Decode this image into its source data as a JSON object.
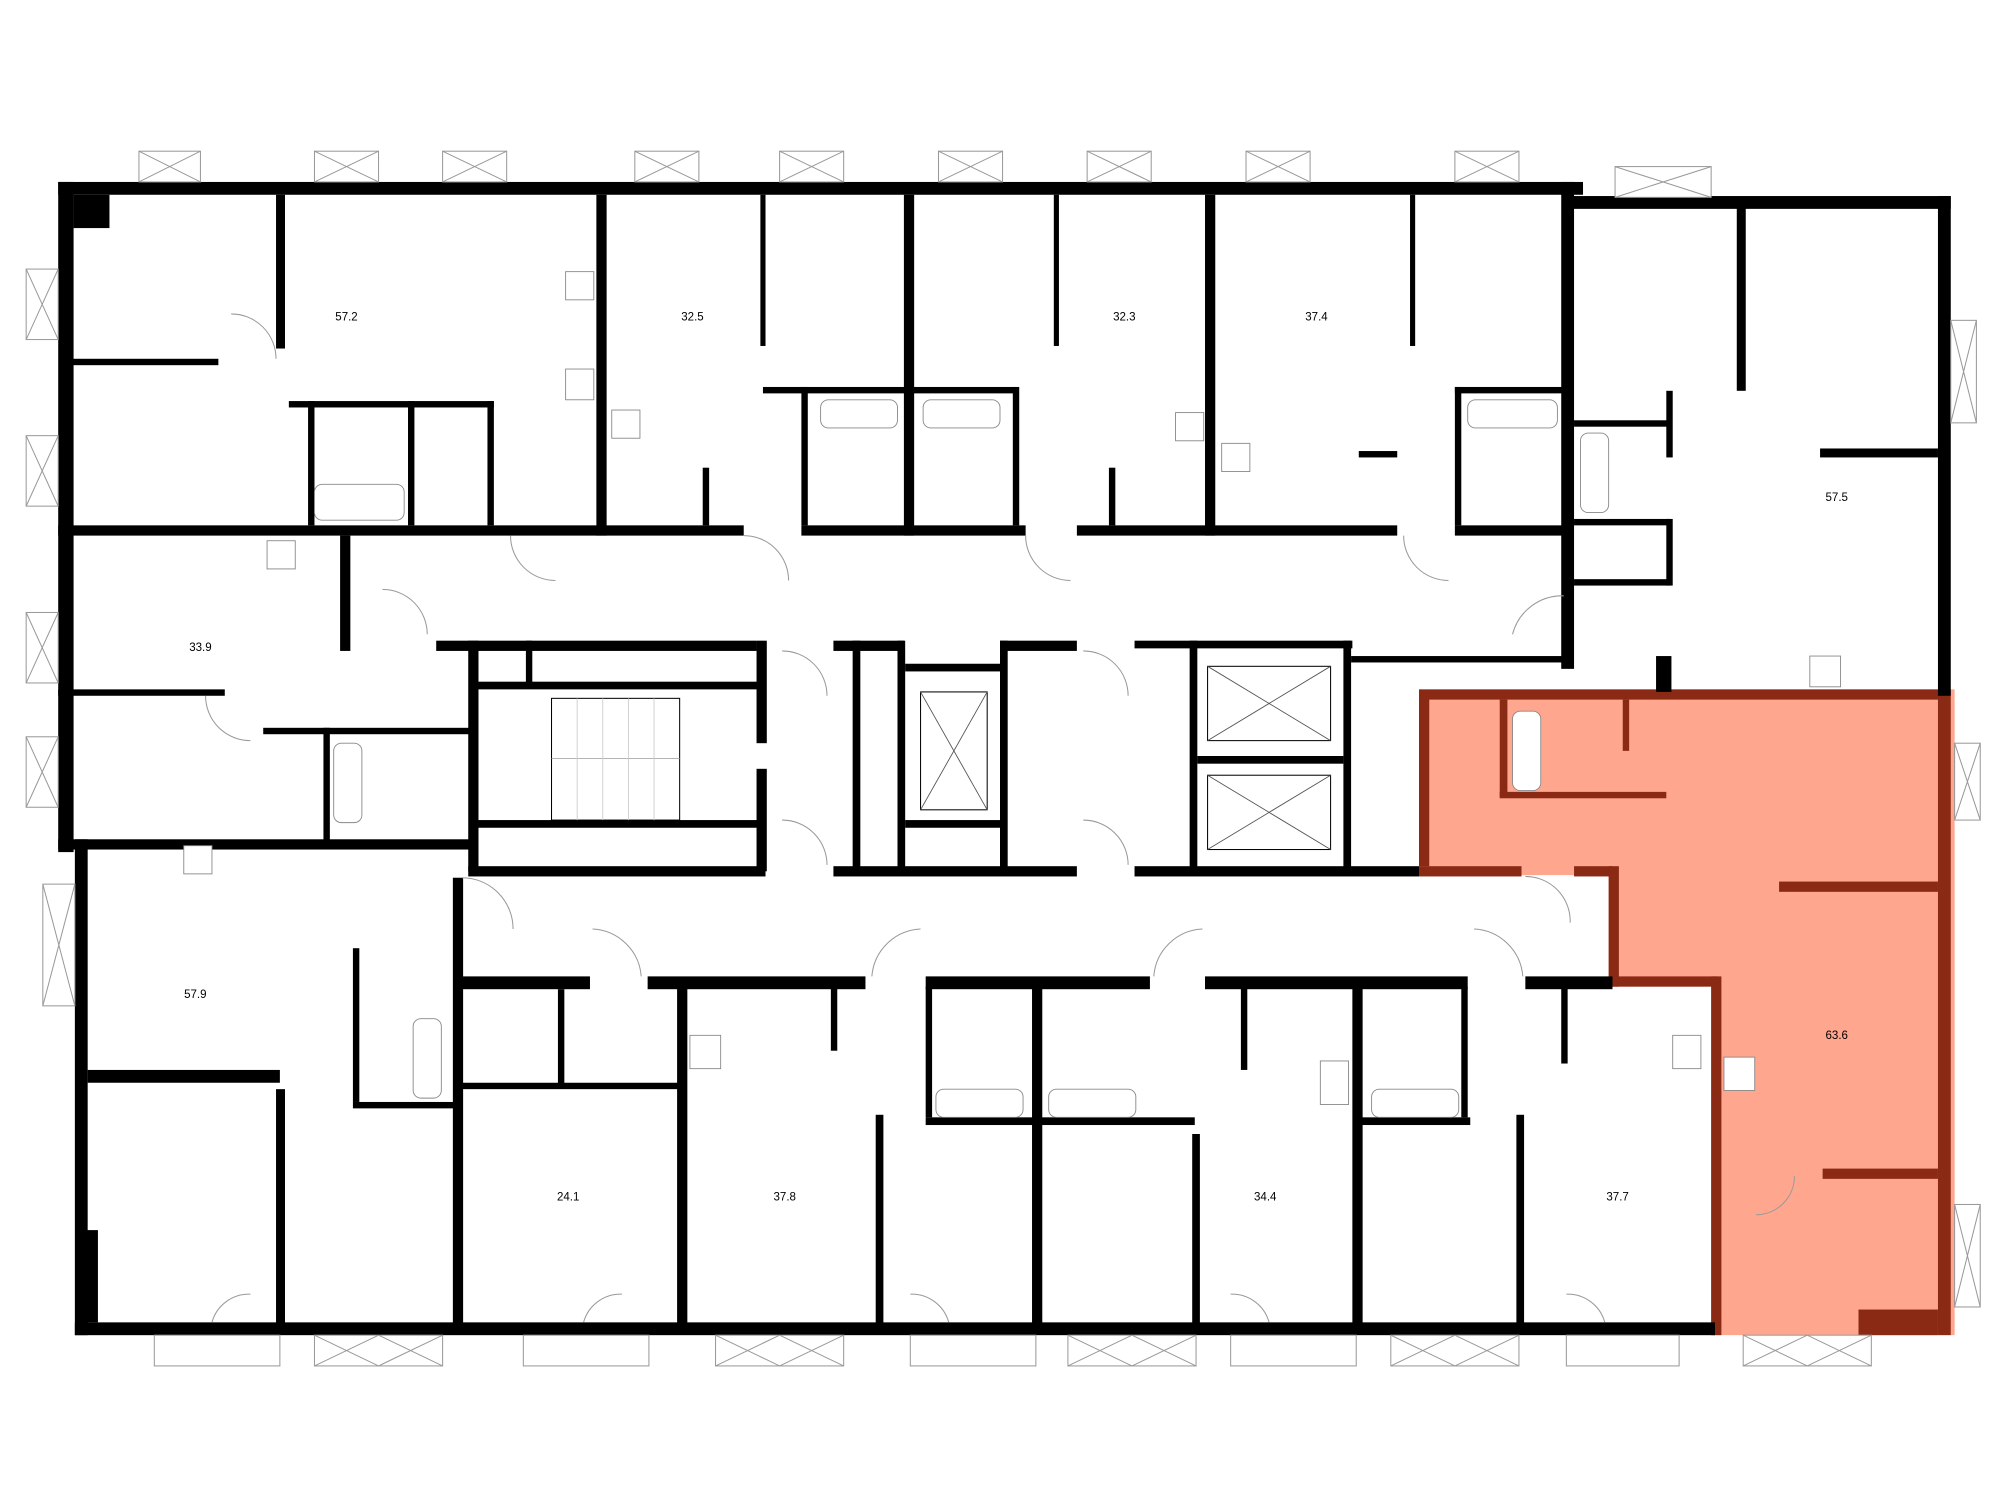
{
  "plan": {
    "highlight_fill": "#FFA68F",
    "highlight_border": "#8A2A14",
    "apartments": [
      {
        "id": "apt-57-2",
        "area": "57.2"
      },
      {
        "id": "apt-32-5",
        "area": "32.5"
      },
      {
        "id": "apt-32-3",
        "area": "32.3"
      },
      {
        "id": "apt-37-4",
        "area": "37.4"
      },
      {
        "id": "apt-57-5",
        "area": "57.5"
      },
      {
        "id": "apt-33-9",
        "area": "33.9"
      },
      {
        "id": "apt-57-9",
        "area": "57.9"
      },
      {
        "id": "apt-24-1",
        "area": "24.1"
      },
      {
        "id": "apt-37-8",
        "area": "37.8"
      },
      {
        "id": "apt-34-4",
        "area": "34.4"
      },
      {
        "id": "apt-37-7",
        "area": "37.7"
      },
      {
        "id": "apt-63-6",
        "area": "63.6",
        "highlighted": true
      }
    ]
  }
}
